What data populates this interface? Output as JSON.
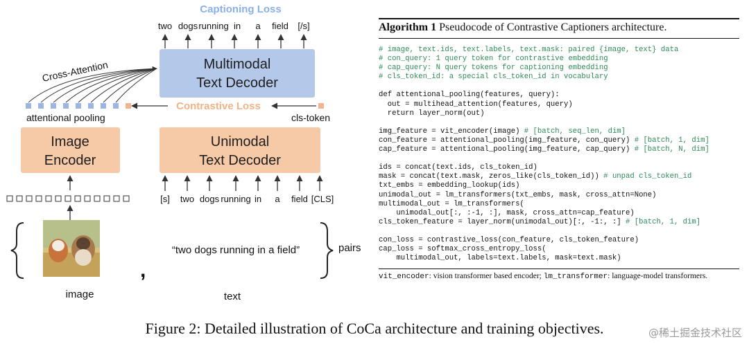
{
  "diagram": {
    "captioning_loss": "Captioning Loss",
    "top_tokens": [
      "two",
      "dogs",
      "running",
      "in",
      "a",
      "field",
      "[/s]"
    ],
    "multimodal_decoder": [
      "Multimodal",
      "Text Decoder"
    ],
    "cross_attention": "Cross-Attention",
    "contrastive_loss": "Contrastive Loss",
    "attentional_pooling": "attentional pooling",
    "cls_token": "cls-token",
    "image_encoder": [
      "Image",
      "Encoder"
    ],
    "unimodal_decoder": [
      "Unimodal",
      "Text Decoder"
    ],
    "bottom_tokens": [
      "[s]",
      "two",
      "dogs",
      "running",
      "in",
      "a",
      "field",
      "[CLS]"
    ],
    "text_sample": "“two dogs running in a field”",
    "pairs": "pairs",
    "comma": ",",
    "image_label": "image",
    "text_label": "text",
    "colors": {
      "multimodal_box": "#b4c8ea",
      "unimodal_box": "#f6c9a7",
      "pool_token": "#9cb5e3",
      "cls_token": "#f2b48d"
    }
  },
  "algorithm": {
    "label": "Algorithm 1",
    "title": "Pseudocode of Contrastive Captioners architecture.",
    "code": [
      {
        "t": "# image, text.ids, text.labels, text.mask: paired {image, text} data",
        "c": "# image, text.ids, text.labels, text.mask: paired {image, text} data"
      },
      {
        "t": "",
        "c": "# con_query: 1 query token for contrastive embedding"
      },
      {
        "t": "",
        "c": "# cap_query: N query tokens for captioning embedding"
      },
      {
        "t": "",
        "c": "# cls_token_id: a special cls_token_id in vocabulary"
      },
      {
        "t": "",
        "c": ""
      },
      {
        "t": "def attentional_pooling(features, query):",
        "c": ""
      },
      {
        "t": "  out = multihead_attention(features, query)",
        "c": ""
      },
      {
        "t": "  return layer_norm(out)",
        "c": ""
      },
      {
        "t": "",
        "c": ""
      },
      {
        "t": "img_feature = vit_encoder(image) ",
        "c": "# [batch, seq_len, dim]"
      },
      {
        "t": "con_feature = attentional_pooling(img_feature, con_query) ",
        "c": "# [batch, 1, dim]"
      },
      {
        "t": "cap_feature = attentional_pooling(img_feature, cap_query) ",
        "c": "# [batch, N, dim]"
      },
      {
        "t": "",
        "c": ""
      },
      {
        "t": "ids = concat(text.ids, cls_token_id)",
        "c": ""
      },
      {
        "t": "mask = concat(text.mask, zeros_like(cls_token_id)) ",
        "c": "# unpad cls_token_id"
      },
      {
        "t": "txt_embs = embedding_lookup(ids)",
        "c": ""
      },
      {
        "t": "unimodal_out = lm_transformers(txt_embs, mask, cross_attn=None)",
        "c": ""
      },
      {
        "t": "multimodal_out = lm_transformers(",
        "c": ""
      },
      {
        "t": "    unimodal_out[:, :-1, :], mask, cross_attn=cap_feature)",
        "c": ""
      },
      {
        "t": "cls_token_feature = layer_norm(unimodal_out)[:, -1:, :] ",
        "c": "# [batch, 1, dim]"
      },
      {
        "t": "",
        "c": ""
      },
      {
        "t": "con_loss = contrastive_loss(con_feature, cls_token_feature)",
        "c": ""
      },
      {
        "t": "cap_loss = softmax_cross_entropy_loss(",
        "c": ""
      },
      {
        "t": "    multimodal_out, labels=text.labels, mask=text.mask)",
        "c": ""
      }
    ],
    "footer": {
      "vit_name": "vit_encoder",
      "vit_desc": ": vision transformer based encoder; ",
      "lm_name": "lm_transformer",
      "lm_desc": ": language-model transformers."
    }
  },
  "caption": "Figure 2: Detailed illustration of CoCa architecture and training objectives.",
  "watermark": "@稀土掘金技术社区"
}
